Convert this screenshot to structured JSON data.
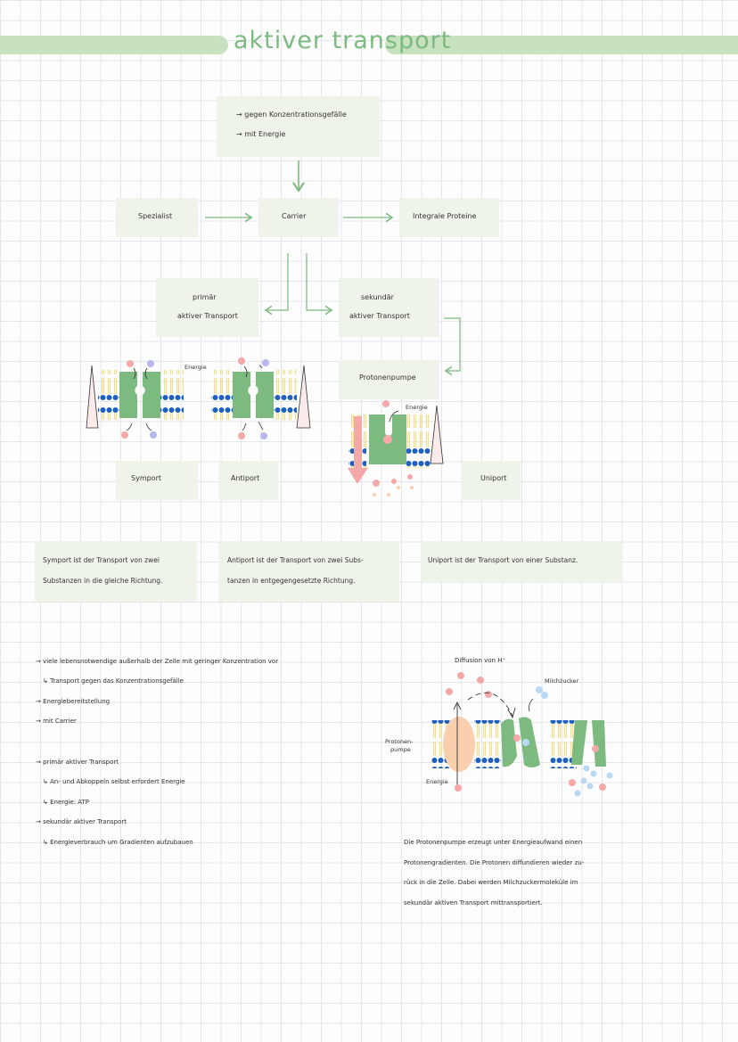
{
  "title": "aktiver transport",
  "top_box": {
    "line1": "→ gegen Konzentrationsgefälle",
    "line2": "→ mit Energie"
  },
  "row1": {
    "left": "Spezialist",
    "center": "Carrier",
    "right": "Integrale Proteine"
  },
  "primary": {
    "line1": "primär",
    "line2": "aktiver Transport"
  },
  "secondary": {
    "line1": "sekundär",
    "line2": "aktiver Transport"
  },
  "protonenpumpe_box": "Protonenpumpe",
  "energie_label_1": "Energie",
  "energie_label_2": "Energie",
  "type_labels": {
    "symport": "Symport",
    "antiport": "Antiport",
    "uniport": "Uniport"
  },
  "definitions": {
    "symport": [
      "Symport ist der Transport von zwei",
      "Substanzen in die gleiche Richtung."
    ],
    "antiport": [
      "Antiport ist der Transport von zwei Subs-",
      "tanzen in entgegengesetzte Richtung."
    ],
    "uniport": [
      "Uniport ist der Transport von einer Substanz."
    ]
  },
  "notes": [
    "→ viele lebensnotwendige außerhalb der Zelle mit geringer Konzentration vor",
    "↳ Transport gegen das Konzentrationsgefälle",
    "→ Energiebereitstellung",
    "→ mit Carrier",
    "→ primär aktiver Transport",
    "↳ An- und Abkoppeln selbst erfordert Energie",
    "↳ Energie: ATP",
    "→ sekundär aktiver Transport",
    "↳ Energieverbrauch um Gradienten aufzubauen"
  ],
  "diagram2": {
    "diffusion_label": "Diffusion von H⁺",
    "milchzucker_label": "Milchzucker",
    "pump_label_1": "Protonen-",
    "pump_label_2": "pumpe",
    "energie_label": "Energie"
  },
  "explanation": [
    "Die Protonenpumpe erzeugt unter Energieaufwand einen",
    "Protonengradienten. Die Protonen diffundieren wieder zu-",
    "rück in die Zelle. Dabei werden Milchzuckermoleküle im",
    "sekundär aktiven Transport mittransportiert."
  ],
  "colors": {
    "accent": "#c8e2c0",
    "box": "#eef4ea",
    "protein": "#7dba7f",
    "lipid": "#1e5fbf",
    "pink": "#f4a8a8",
    "blue_ball": "#b8d8f4",
    "purple_ball": "#b6b8ec",
    "peach": "#f9cfae"
  }
}
